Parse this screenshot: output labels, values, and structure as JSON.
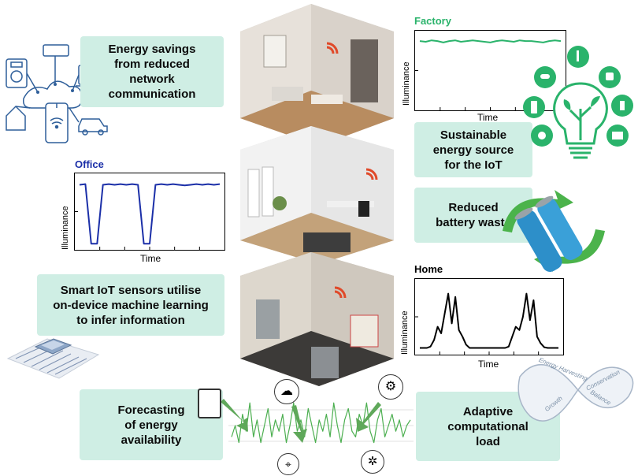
{
  "labels": {
    "energy_savings": "Energy savings\nfrom reduced\nnetwork\ncommunication",
    "sustainable": "Sustainable\nenergy source\nfor the IoT",
    "battery": "Reduced\nbattery waste",
    "smart_sensors": "Smart IoT sensors utilise\non-device machine learning\nto infer information",
    "forecasting": "Forecasting\nof energy\navailability",
    "adaptive": "Adaptive\ncomputational\nload"
  },
  "infinity_words": [
    "Energy Harvesting",
    "Conservation",
    "Growth",
    "Balance"
  ],
  "chart_data": [
    {
      "type": "line",
      "title": "Factory",
      "xlabel": "Time",
      "ylabel": "Illuminance",
      "color": "#2ab36b",
      "x": [
        0,
        1,
        2,
        3,
        4,
        5,
        6,
        7,
        8,
        9,
        10,
        11,
        12,
        13,
        14,
        15,
        16,
        17,
        18,
        19,
        20,
        21,
        22,
        23,
        24
      ],
      "values": [
        0.92,
        0.91,
        0.93,
        0.92,
        0.9,
        0.92,
        0.93,
        0.91,
        0.92,
        0.93,
        0.92,
        0.91,
        0.9,
        0.92,
        0.93,
        0.92,
        0.91,
        0.93,
        0.92,
        0.92,
        0.91,
        0.9,
        0.92,
        0.93,
        0.92
      ],
      "ylim": [
        0,
        1
      ]
    },
    {
      "type": "line",
      "title": "Office",
      "xlabel": "Time",
      "ylabel": "Illuminance",
      "color": "#1b2fa8",
      "x": [
        0,
        1,
        2,
        3,
        4,
        5,
        6,
        7,
        8,
        9,
        10,
        11,
        12,
        13,
        14,
        15,
        16,
        17,
        18,
        19,
        20,
        21,
        22,
        23,
        24
      ],
      "values": [
        0.9,
        0.91,
        0.02,
        0.02,
        0.9,
        0.91,
        0.9,
        0.91,
        0.9,
        0.91,
        0.9,
        0.02,
        0.02,
        0.9,
        0.91,
        0.9,
        0.91,
        0.9,
        0.89,
        0.9,
        0.91,
        0.9,
        0.91,
        0.9,
        0.91
      ],
      "ylim": [
        0,
        1
      ]
    },
    {
      "type": "line",
      "title": "Home",
      "xlabel": "Time",
      "ylabel": "Illuminance",
      "color": "#000000",
      "x": [
        0,
        1,
        2,
        3,
        4,
        5,
        6,
        7,
        8,
        9,
        10,
        11,
        12,
        13,
        14,
        15,
        16,
        17,
        18,
        19,
        20,
        21,
        22,
        23,
        24,
        25,
        26,
        27,
        28,
        29,
        30,
        31,
        32,
        33,
        34,
        35,
        36,
        37,
        38,
        39
      ],
      "values": [
        0.03,
        0.03,
        0.03,
        0.05,
        0.15,
        0.35,
        0.25,
        0.55,
        0.85,
        0.4,
        0.8,
        0.3,
        0.2,
        0.08,
        0.03,
        0.03,
        0.03,
        0.03,
        0.03,
        0.03,
        0.03,
        0.03,
        0.03,
        0.03,
        0.03,
        0.05,
        0.2,
        0.35,
        0.3,
        0.5,
        0.85,
        0.45,
        0.75,
        0.2,
        0.1,
        0.04,
        0.03,
        0.03,
        0.03,
        0.03
      ],
      "ylim": [
        0,
        1
      ]
    },
    {
      "type": "line",
      "title": "",
      "color": "#4caf50",
      "x": [
        0,
        1,
        2,
        3,
        4,
        5,
        6,
        7,
        8,
        9,
        10,
        11,
        12,
        13,
        14,
        15,
        16,
        17,
        18,
        19,
        20,
        21,
        22,
        23,
        24,
        25,
        26,
        27,
        28,
        29,
        30,
        31,
        32,
        33,
        34,
        35,
        36,
        37,
        38,
        39,
        40,
        41,
        42,
        43,
        44,
        45,
        46,
        47,
        48,
        49
      ],
      "values": [
        0.3,
        0.5,
        0.2,
        0.7,
        0.4,
        0.9,
        0.3,
        0.6,
        0.2,
        0.5,
        0.8,
        0.3,
        0.6,
        0.4,
        0.7,
        0.2,
        0.5,
        0.9,
        0.4,
        0.6,
        0.3,
        0.8,
        0.5,
        0.2,
        0.6,
        0.4,
        0.7,
        0.3,
        0.9,
        0.5,
        0.2,
        0.6,
        0.8,
        0.4,
        0.3,
        0.7,
        0.5,
        0.9,
        0.4,
        0.2,
        0.6,
        0.8,
        0.3,
        0.5,
        0.7,
        0.4,
        0.6,
        0.3,
        0.5,
        0.6
      ],
      "ylim": [
        0,
        1
      ]
    }
  ]
}
